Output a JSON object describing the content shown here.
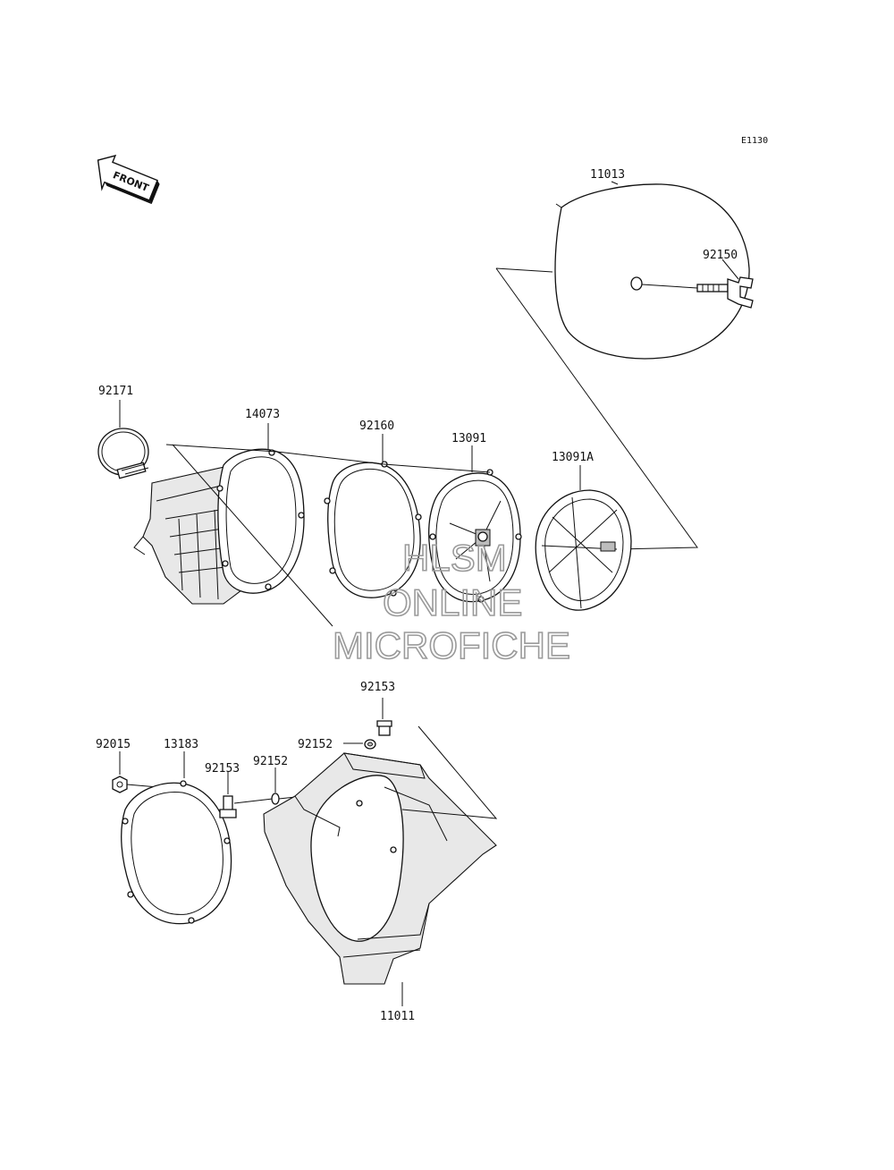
{
  "diagram": {
    "code": "E1130",
    "front_arrow_label": "FRONT"
  },
  "parts": [
    {
      "id": "p-11013",
      "number": "11013"
    },
    {
      "id": "p-92150",
      "number": "92150"
    },
    {
      "id": "p-92171",
      "number": "92171"
    },
    {
      "id": "p-14073",
      "number": "14073"
    },
    {
      "id": "p-92160",
      "number": "92160"
    },
    {
      "id": "p-13091",
      "number": "13091"
    },
    {
      "id": "p-13091A",
      "number": "13091A"
    },
    {
      "id": "p-92153-top",
      "number": "92153"
    },
    {
      "id": "p-92152-top",
      "number": "92152"
    },
    {
      "id": "p-92015",
      "number": "92015"
    },
    {
      "id": "p-13183",
      "number": "13183"
    },
    {
      "id": "p-92153-left",
      "number": "92153"
    },
    {
      "id": "p-92152-left",
      "number": "92152"
    },
    {
      "id": "p-11011",
      "number": "11011"
    }
  ],
  "watermark": {
    "line1": "HLSM",
    "line2": "ONLINE",
    "line3": "MICROFICHE"
  }
}
